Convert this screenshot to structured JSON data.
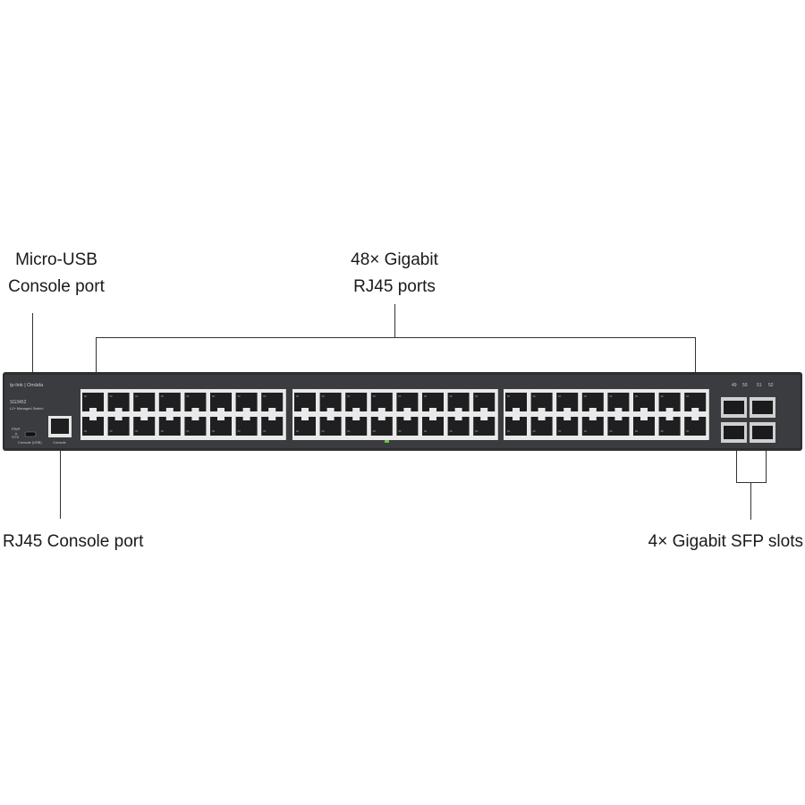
{
  "callouts": {
    "micro_usb": {
      "line1": "Micro-USB",
      "line2": "Console port"
    },
    "rj45_ports": {
      "line1": "48× Gigabit",
      "line2": "RJ45 ports"
    },
    "rj45_console": {
      "text": "RJ45 Console port"
    },
    "sfp": {
      "text": "4× Gigabit SFP slots"
    }
  },
  "switch": {
    "brand": "tp-link | Omāda",
    "model": "SG3452",
    "subtitle": "L2+ Managed Switch",
    "led_pwr": "PWR",
    "led_sys": "SYS",
    "usb_label": "Console (USB)",
    "console_label": "Console",
    "sfp_labels": [
      "49",
      "50",
      "51",
      "52"
    ],
    "rj45_port_count": 48,
    "icons": {
      "usb_port": "micro-usb-port-icon",
      "console_port": "rj45-port-icon",
      "sfp_slot": "sfp-slot-icon"
    },
    "colors": {
      "chassis": "#3a3c40",
      "port_frame": "#e9e9e9",
      "port_hole": "#1f1f21",
      "led": "#6cc24a"
    }
  }
}
